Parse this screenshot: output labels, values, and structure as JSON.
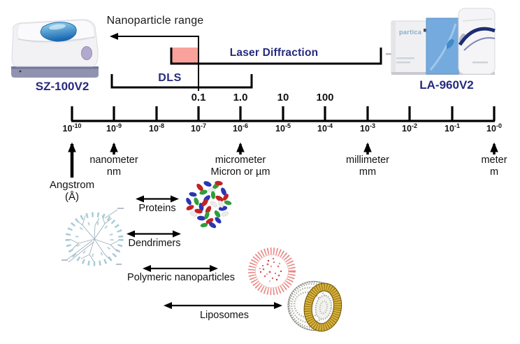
{
  "colors": {
    "navy": "#262a7c",
    "pink_overlap": "#f8a29b",
    "instrument_panel_blue": "#74aadd",
    "window_blue": "#1a67b2",
    "bristle_pink": "#e88884",
    "liposome_gold": "#c79a1c",
    "dendrimer_teal": "#a6ccd6"
  },
  "instruments": {
    "left": {
      "label": "SZ-100V2"
    },
    "right": {
      "label": "LA-960V2",
      "brand": "partica"
    }
  },
  "annotations": {
    "nanoparticle_range": "Nanoparticle range",
    "dls": "DLS",
    "laser_diffraction": "Laser Diffraction"
  },
  "axis": {
    "exponent_base": "10",
    "exponents": [
      "-10",
      "-9",
      "-8",
      "-7",
      "-6",
      "-5",
      "-4",
      "-3",
      "-2",
      "-1",
      "-0"
    ],
    "micron_values": [
      "0.1",
      "1.0",
      "10",
      "100"
    ]
  },
  "units": [
    {
      "name": "Angstrom",
      "symbol": "(Å)"
    },
    {
      "name": "nanometer",
      "symbol": "nm"
    },
    {
      "name": "micrometer",
      "symbol": "Micron or µm"
    },
    {
      "name": "millimeter",
      "symbol": "mm"
    },
    {
      "name": "meter",
      "symbol": "m"
    }
  ],
  "particles": [
    {
      "label": "Proteins"
    },
    {
      "label": "Dendrimers"
    },
    {
      "label": "Polymeric nanoparticles"
    },
    {
      "label": "Liposomes"
    }
  ]
}
